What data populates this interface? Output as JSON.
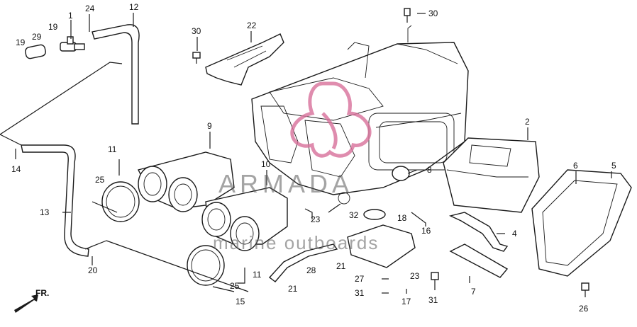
{
  "watermark": {
    "brand": "ARMADA",
    "tagline": "marine outboards",
    "logo_color": "#d8709a"
  },
  "direction_marker": "FR.",
  "callouts": {
    "c1": "1",
    "c2": "2",
    "c4": "4",
    "c5": "5",
    "c6": "6",
    "c7": "7",
    "c8": "8",
    "c9": "9",
    "c10": "10",
    "c11a": "11",
    "c11b": "11",
    "c12": "12",
    "c13": "13",
    "c14": "14",
    "c15": "15",
    "c16": "16",
    "c17": "17",
    "c18": "18",
    "c19a": "19",
    "c19b": "19",
    "c20": "20",
    "c21a": "21",
    "c21b": "21",
    "c22": "22",
    "c23a": "23",
    "c23b": "23",
    "c24": "24",
    "c25a": "25",
    "c25b": "25",
    "c26": "26",
    "c27": "27",
    "c28": "28",
    "c29": "29",
    "c30a": "30",
    "c30b": "30",
    "c31a": "31",
    "c31b": "31",
    "c32": "32"
  }
}
